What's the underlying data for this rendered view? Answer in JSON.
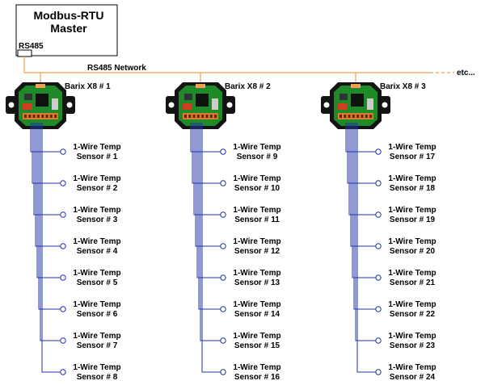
{
  "master": {
    "title_line1": "Modbus-RTU",
    "title_line2": "Master",
    "port_label": "RS485"
  },
  "network": {
    "label": "RS485 Network",
    "etc": "etc..."
  },
  "colors": {
    "bus": "#f0a050",
    "wire": "#2233aa",
    "sensor_outline": "#2233aa",
    "board": "#1f8a2a",
    "enclosure": "#141414"
  },
  "devices": [
    {
      "label": "Barix X8 # 1",
      "sensors": [
        {
          "line1": "1-Wire Temp",
          "line2": "Sensor # 1"
        },
        {
          "line1": "1-Wire Temp",
          "line2": "Sensor # 2"
        },
        {
          "line1": "1-Wire Temp",
          "line2": "Sensor # 3"
        },
        {
          "line1": "1-Wire Temp",
          "line2": "Sensor # 4"
        },
        {
          "line1": "1-Wire Temp",
          "line2": "Sensor # 5"
        },
        {
          "line1": "1-Wire Temp",
          "line2": "Sensor # 6"
        },
        {
          "line1": "1-Wire Temp",
          "line2": "Sensor # 7"
        },
        {
          "line1": "1-Wire Temp",
          "line2": "Sensor # 8"
        }
      ]
    },
    {
      "label": "Barix X8 # 2",
      "sensors": [
        {
          "line1": "1-Wire Temp",
          "line2": "Sensor # 9"
        },
        {
          "line1": "1-Wire Temp",
          "line2": "Sensor # 10"
        },
        {
          "line1": "1-Wire Temp",
          "line2": "Sensor # 11"
        },
        {
          "line1": "1-Wire Temp",
          "line2": "Sensor # 12"
        },
        {
          "line1": "1-Wire Temp",
          "line2": "Sensor # 13"
        },
        {
          "line1": "1-Wire Temp",
          "line2": "Sensor # 14"
        },
        {
          "line1": "1-Wire Temp",
          "line2": "Sensor # 15"
        },
        {
          "line1": "1-Wire Temp",
          "line2": "Sensor # 16"
        }
      ]
    },
    {
      "label": "Barix X8 # 3",
      "sensors": [
        {
          "line1": "1-Wire Temp",
          "line2": "Sensor # 17"
        },
        {
          "line1": "1-Wire Temp",
          "line2": "Sensor # 18"
        },
        {
          "line1": "1-Wire Temp",
          "line2": "Sensor # 19"
        },
        {
          "line1": "1-Wire Temp",
          "line2": "Sensor # 20"
        },
        {
          "line1": "1-Wire Temp",
          "line2": "Sensor # 21"
        },
        {
          "line1": "1-Wire Temp",
          "line2": "Sensor # 22"
        },
        {
          "line1": "1-Wire Temp",
          "line2": "Sensor # 23"
        },
        {
          "line1": "1-Wire Temp",
          "line2": "Sensor # 24"
        }
      ]
    }
  ]
}
